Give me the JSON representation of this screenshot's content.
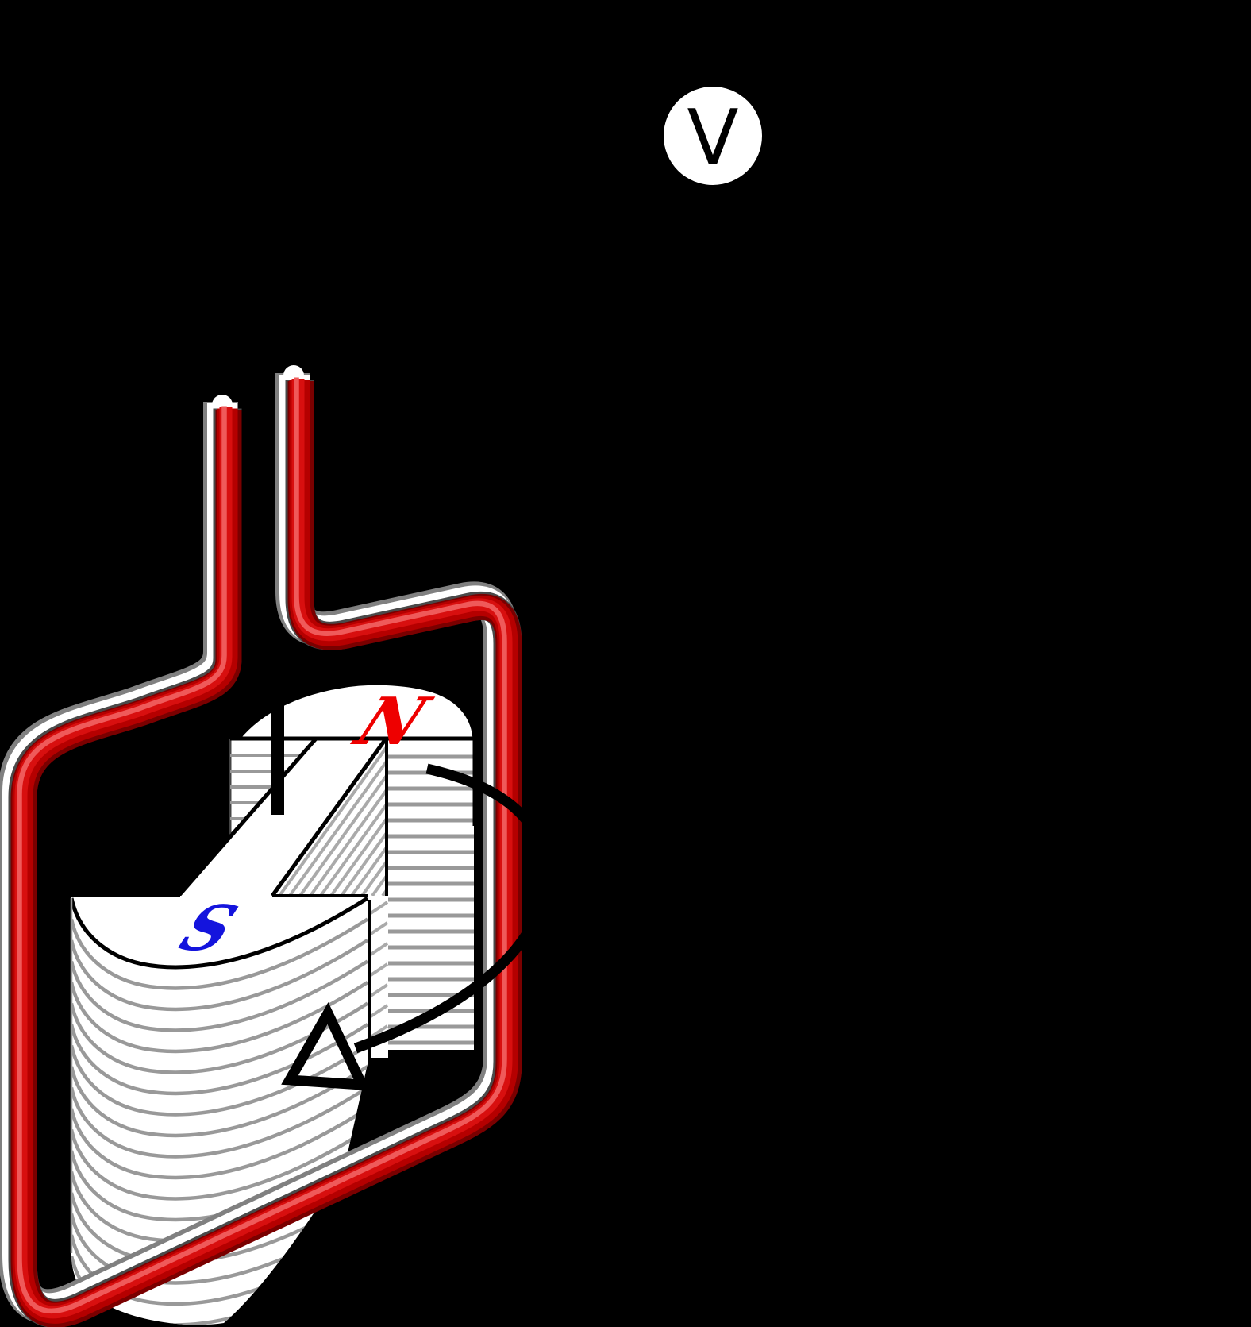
{
  "voltmeter": {
    "label": "V"
  },
  "magnet": {
    "north_label": "N",
    "south_label": "S"
  },
  "colors": {
    "background": "#000000",
    "coil_red_dark": "#7a0000",
    "coil_red": "#b50000",
    "coil_red_bright": "#d80f0f",
    "coil_red_highlight": "#ef5a5a",
    "coil_casing_white": "#ffffff",
    "coil_casing_gray": "#808080",
    "coil_hairline": "#4a4a4a",
    "lamination_gray": "#999999",
    "hatch_gray": "#aaaaaa",
    "north_red": "#ee0000",
    "south_blue": "#1414dd",
    "ink_black": "#000000",
    "meter_face_white": "#ffffff"
  }
}
